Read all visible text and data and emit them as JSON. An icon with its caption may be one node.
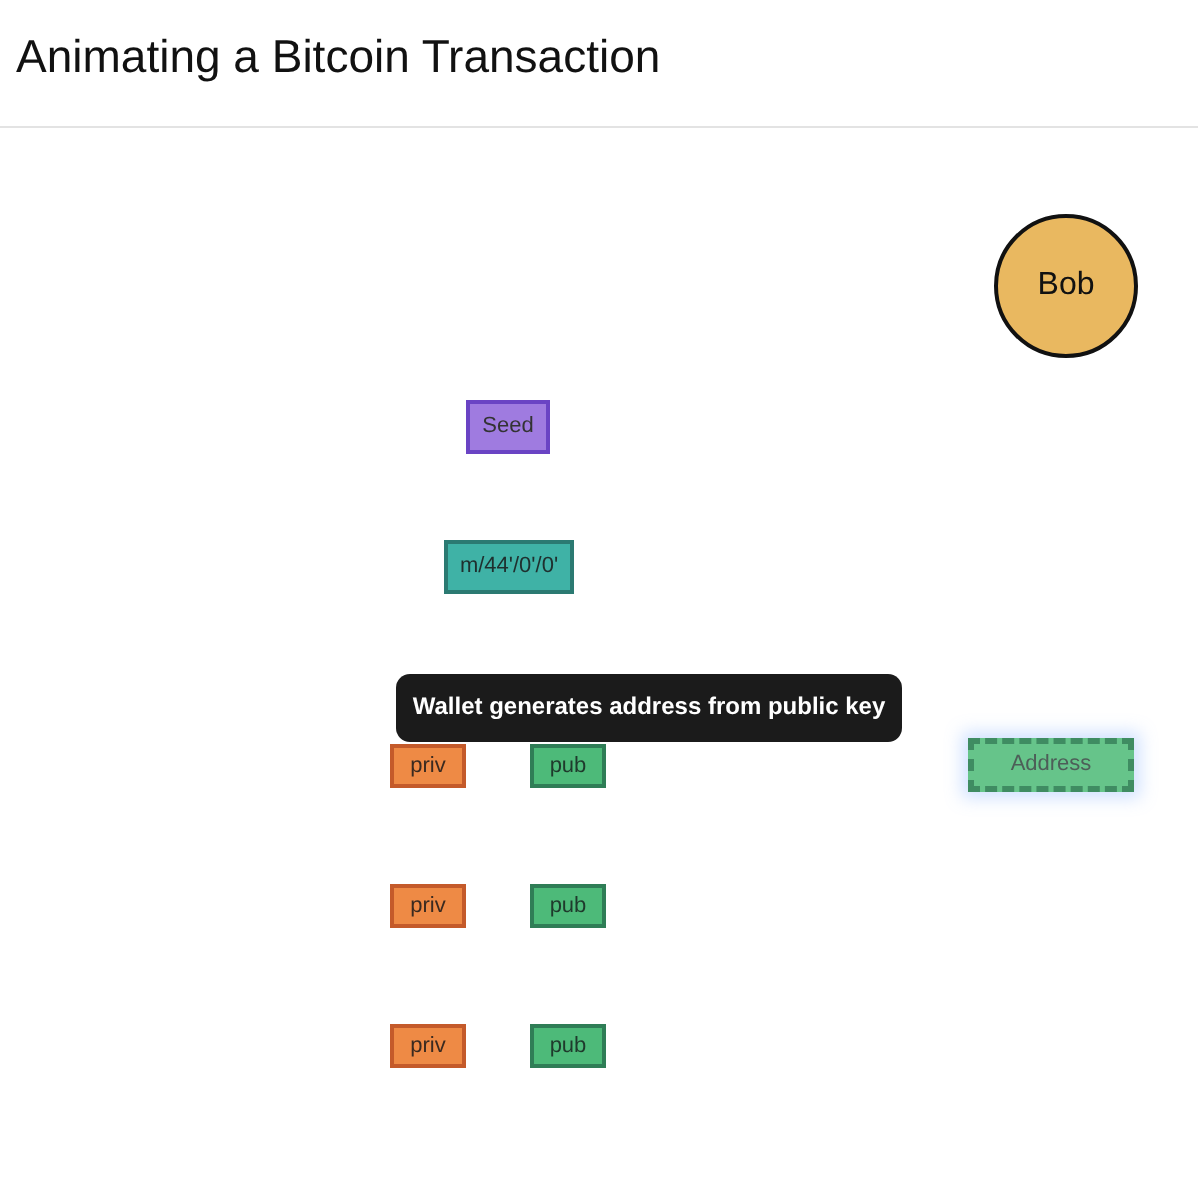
{
  "diagram": {
    "title": "Animating a Bitcoin Transaction",
    "nodes": [
      {
        "text": [
          "Bob"
        ]
      },
      {
        "text": [
          "Seed"
        ]
      },
      {
        "text": [
          "m/44'/0'/0'"
        ]
      },
      {
        "text": [
          "Wallet generates address from public key"
        ]
      },
      {
        "text": [
          "priv"
        ]
      },
      {
        "text": [
          "pub"
        ]
      },
      {
        "text": [
          "Address"
        ]
      },
      {
        "text": [
          "priv"
        ]
      },
      {
        "text": [
          "pub"
        ]
      },
      {
        "text": [
          "priv"
        ]
      },
      {
        "text": [
          "pub"
        ]
      }
    ]
  }
}
